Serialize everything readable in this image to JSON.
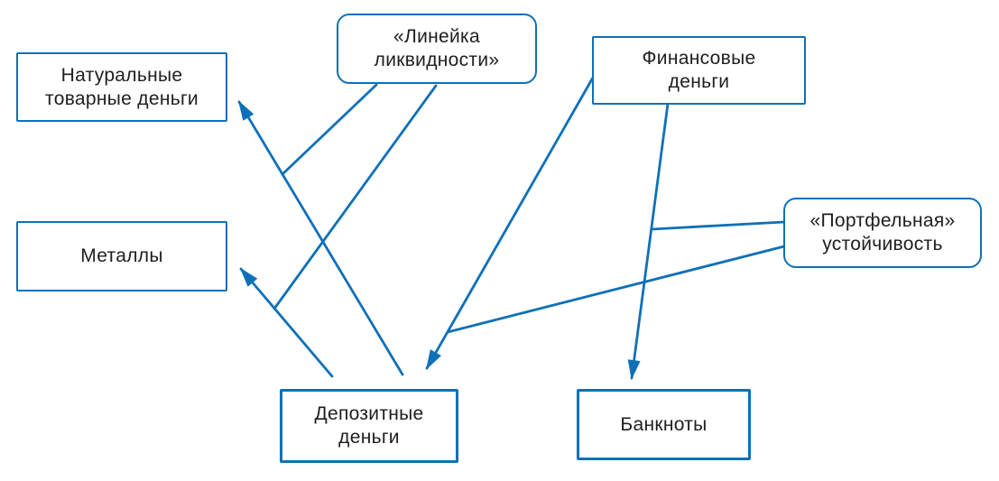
{
  "figure": {
    "type": "diagram",
    "background": "#ffffff",
    "accent_color": "#0f70b7",
    "text_color": "#1e1e1e",
    "description": "Flow diagram of money forms: deposit money points back to natural commodity money and metals (annotated by the liquidity line), financial money points to deposit money and banknotes (annotated by portfolio stability)."
  },
  "nodes": {
    "natural": {
      "label": "Натуральные\nтоварные деньги",
      "shape": "rectangle"
    },
    "metals": {
      "label": "Металлы",
      "shape": "rectangle"
    },
    "liquidity": {
      "label": "«Линейка\nликвидности»",
      "shape": "rounded"
    },
    "financial": {
      "label": "Финансовые\nденьги",
      "shape": "rectangle"
    },
    "portfolio": {
      "label": "«Портфельная»\nустойчивость",
      "shape": "rounded"
    },
    "deposit": {
      "label": "Депозитные\nденьги",
      "shape": "rectangle-bold"
    },
    "banknotes": {
      "label": "Банкноты",
      "shape": "rectangle-bold"
    }
  },
  "edges": [
    {
      "id": "deposit-to-natural",
      "from": "Депозитные деньги",
      "to": "Натуральные товарные деньги",
      "type": "arrow"
    },
    {
      "id": "deposit-to-metals",
      "from": "Депозитные деньги",
      "to": "Металлы",
      "type": "arrow"
    },
    {
      "id": "liquidity-connector-1",
      "from": "«Линейка ликвидности»",
      "to": "deposit-to-natural",
      "type": "connector"
    },
    {
      "id": "liquidity-connector-2",
      "from": "«Линейка ликвидности»",
      "to": "deposit-to-metals",
      "type": "connector"
    },
    {
      "id": "financial-to-deposit",
      "from": "Финансовые деньги",
      "to": "Депозитные деньги",
      "type": "arrow"
    },
    {
      "id": "financial-to-banknotes",
      "from": "Финансовые деньги",
      "to": "Банкноты",
      "type": "arrow"
    },
    {
      "id": "portfolio-connector-1",
      "from": "«Портфельная» устойчивость",
      "to": "financial-to-banknotes",
      "type": "connector"
    },
    {
      "id": "portfolio-connector-2",
      "from": "«Портфельная» устойчивость",
      "to": "financial-to-deposit",
      "type": "connector"
    }
  ]
}
